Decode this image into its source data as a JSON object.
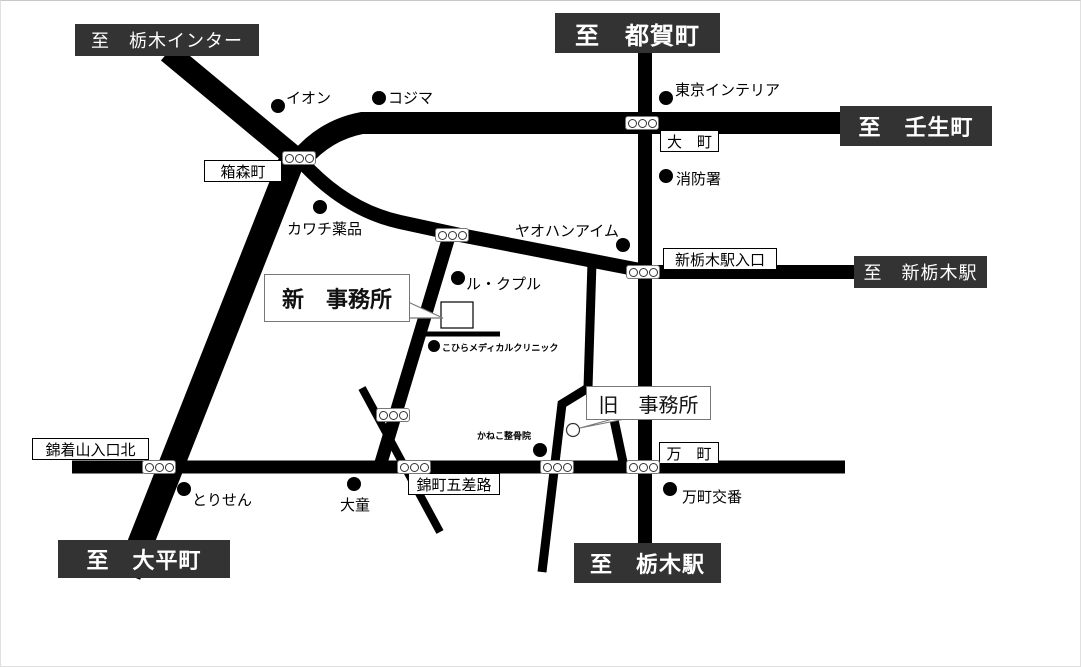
{
  "map": {
    "new_office": "新　事務所",
    "old_office": "旧　事務所",
    "destinations": [
      {
        "id": "tochigi-ic",
        "label": "至　栃木インター"
      },
      {
        "id": "tsugacho",
        "label": "至　都賀町"
      },
      {
        "id": "mibumachi",
        "label": "至　壬生町"
      },
      {
        "id": "shin-tochigi-eki",
        "label": "至　新栃木駅"
      },
      {
        "id": "ohiramachi",
        "label": "至　大平町"
      },
      {
        "id": "tochigi-eki",
        "label": "至　栃木駅"
      }
    ],
    "intersections": [
      {
        "id": "hakonomori",
        "label": "箱森町"
      },
      {
        "id": "omachi",
        "label": "大　町"
      },
      {
        "id": "shin-tochigi-iriguchi",
        "label": "新栃木駅入口"
      },
      {
        "id": "nishikigiyama-kita",
        "label": "錦着山入口北"
      },
      {
        "id": "nishikicho-gosaro",
        "label": "錦町五差路"
      },
      {
        "id": "yorozucho",
        "label": "万　町"
      }
    ],
    "landmarks": [
      {
        "id": "aeon",
        "label": "イオン"
      },
      {
        "id": "kojima",
        "label": "コジマ"
      },
      {
        "id": "tokyo-interior",
        "label": "東京インテリア"
      },
      {
        "id": "shobosho",
        "label": "消防署"
      },
      {
        "id": "kawachi",
        "label": "カワチ薬品"
      },
      {
        "id": "yaohan",
        "label": "ヤオハンアイム"
      },
      {
        "id": "le-couple",
        "label": "ル・クプル"
      },
      {
        "id": "kohira-clinic",
        "label": "こひらメディカルクリニック"
      },
      {
        "id": "kaneko",
        "label": "かねこ整骨院"
      },
      {
        "id": "torisen",
        "label": "とりせん"
      },
      {
        "id": "odo",
        "label": "大童"
      },
      {
        "id": "yorozucho-koban",
        "label": "万町交番"
      }
    ],
    "colors": {
      "road": "#000000",
      "dest_bg": "#333333",
      "dest_text": "#ffffff",
      "callout_border": "#777777"
    }
  }
}
